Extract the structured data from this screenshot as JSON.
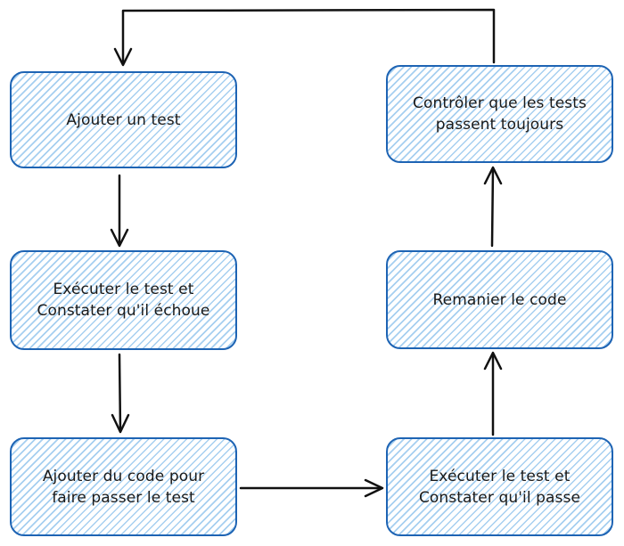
{
  "diagram": {
    "nodes": [
      {
        "id": "n1",
        "label": "Ajouter un test"
      },
      {
        "id": "n2",
        "label": "Exécuter le test et\nConstater qu'il échoue"
      },
      {
        "id": "n3",
        "label": "Ajouter du code pour\nfaire passer le test"
      },
      {
        "id": "n4",
        "label": "Exécuter le test et\nConstater qu'il passe"
      },
      {
        "id": "n5",
        "label": "Remanier le code"
      },
      {
        "id": "n6",
        "label": "Contrôler que les tests\npassent toujours"
      }
    ],
    "edges": [
      {
        "from": "n1",
        "to": "n2"
      },
      {
        "from": "n2",
        "to": "n3"
      },
      {
        "from": "n3",
        "to": "n4"
      },
      {
        "from": "n4",
        "to": "n5"
      },
      {
        "from": "n5",
        "to": "n6"
      },
      {
        "from": "n6",
        "to": "n1"
      }
    ],
    "colors": {
      "border": "#1e64b4",
      "hatch": "#a6cff0",
      "arrow": "#111111"
    }
  }
}
